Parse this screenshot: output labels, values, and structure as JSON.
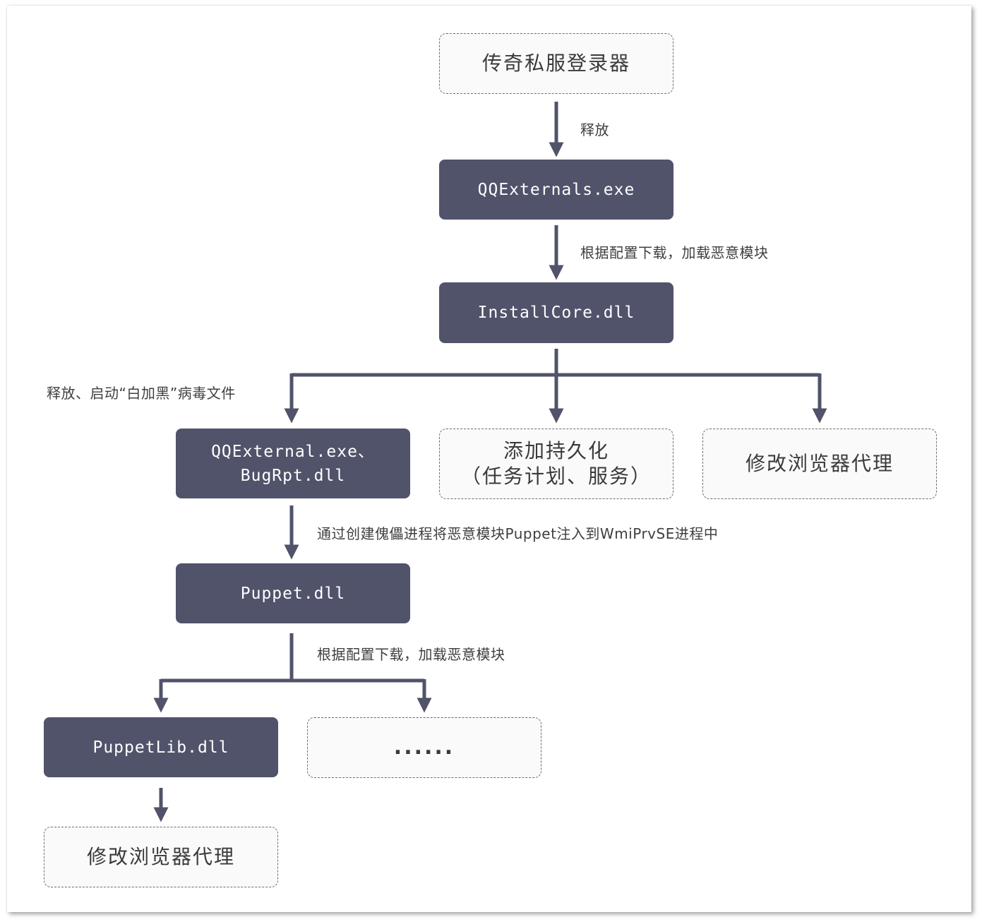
{
  "nodes": {
    "launcher": "传奇私服登录器",
    "qqexternals": "QQExternals.exe",
    "installcore": "InstallCore.dll",
    "qqexternal_line1": "QQExternal.exe、",
    "qqexternal_line2": "BugRpt.dll",
    "persist_line1": "添加持久化",
    "persist_line2": "（任务计划、服务）",
    "proxy1": "修改浏览器代理",
    "puppet": "Puppet.dll",
    "puppetlib": "PuppetLib.dll",
    "more": "......",
    "proxy2": "修改浏览器代理"
  },
  "edges": {
    "release": "释放",
    "download1": "根据配置下载，加载恶意模块",
    "release_start": "释放、启动“白加黑”病毒文件",
    "inject": "通过创建傀儡进程将恶意模块Puppet注入到WmiPrvSE进程中",
    "download2": "根据配置下载，加载恶意模块"
  },
  "colors": {
    "node_fill": "#50536a",
    "arrow": "#50536a",
    "dashed_border": "#6d6d6d"
  }
}
